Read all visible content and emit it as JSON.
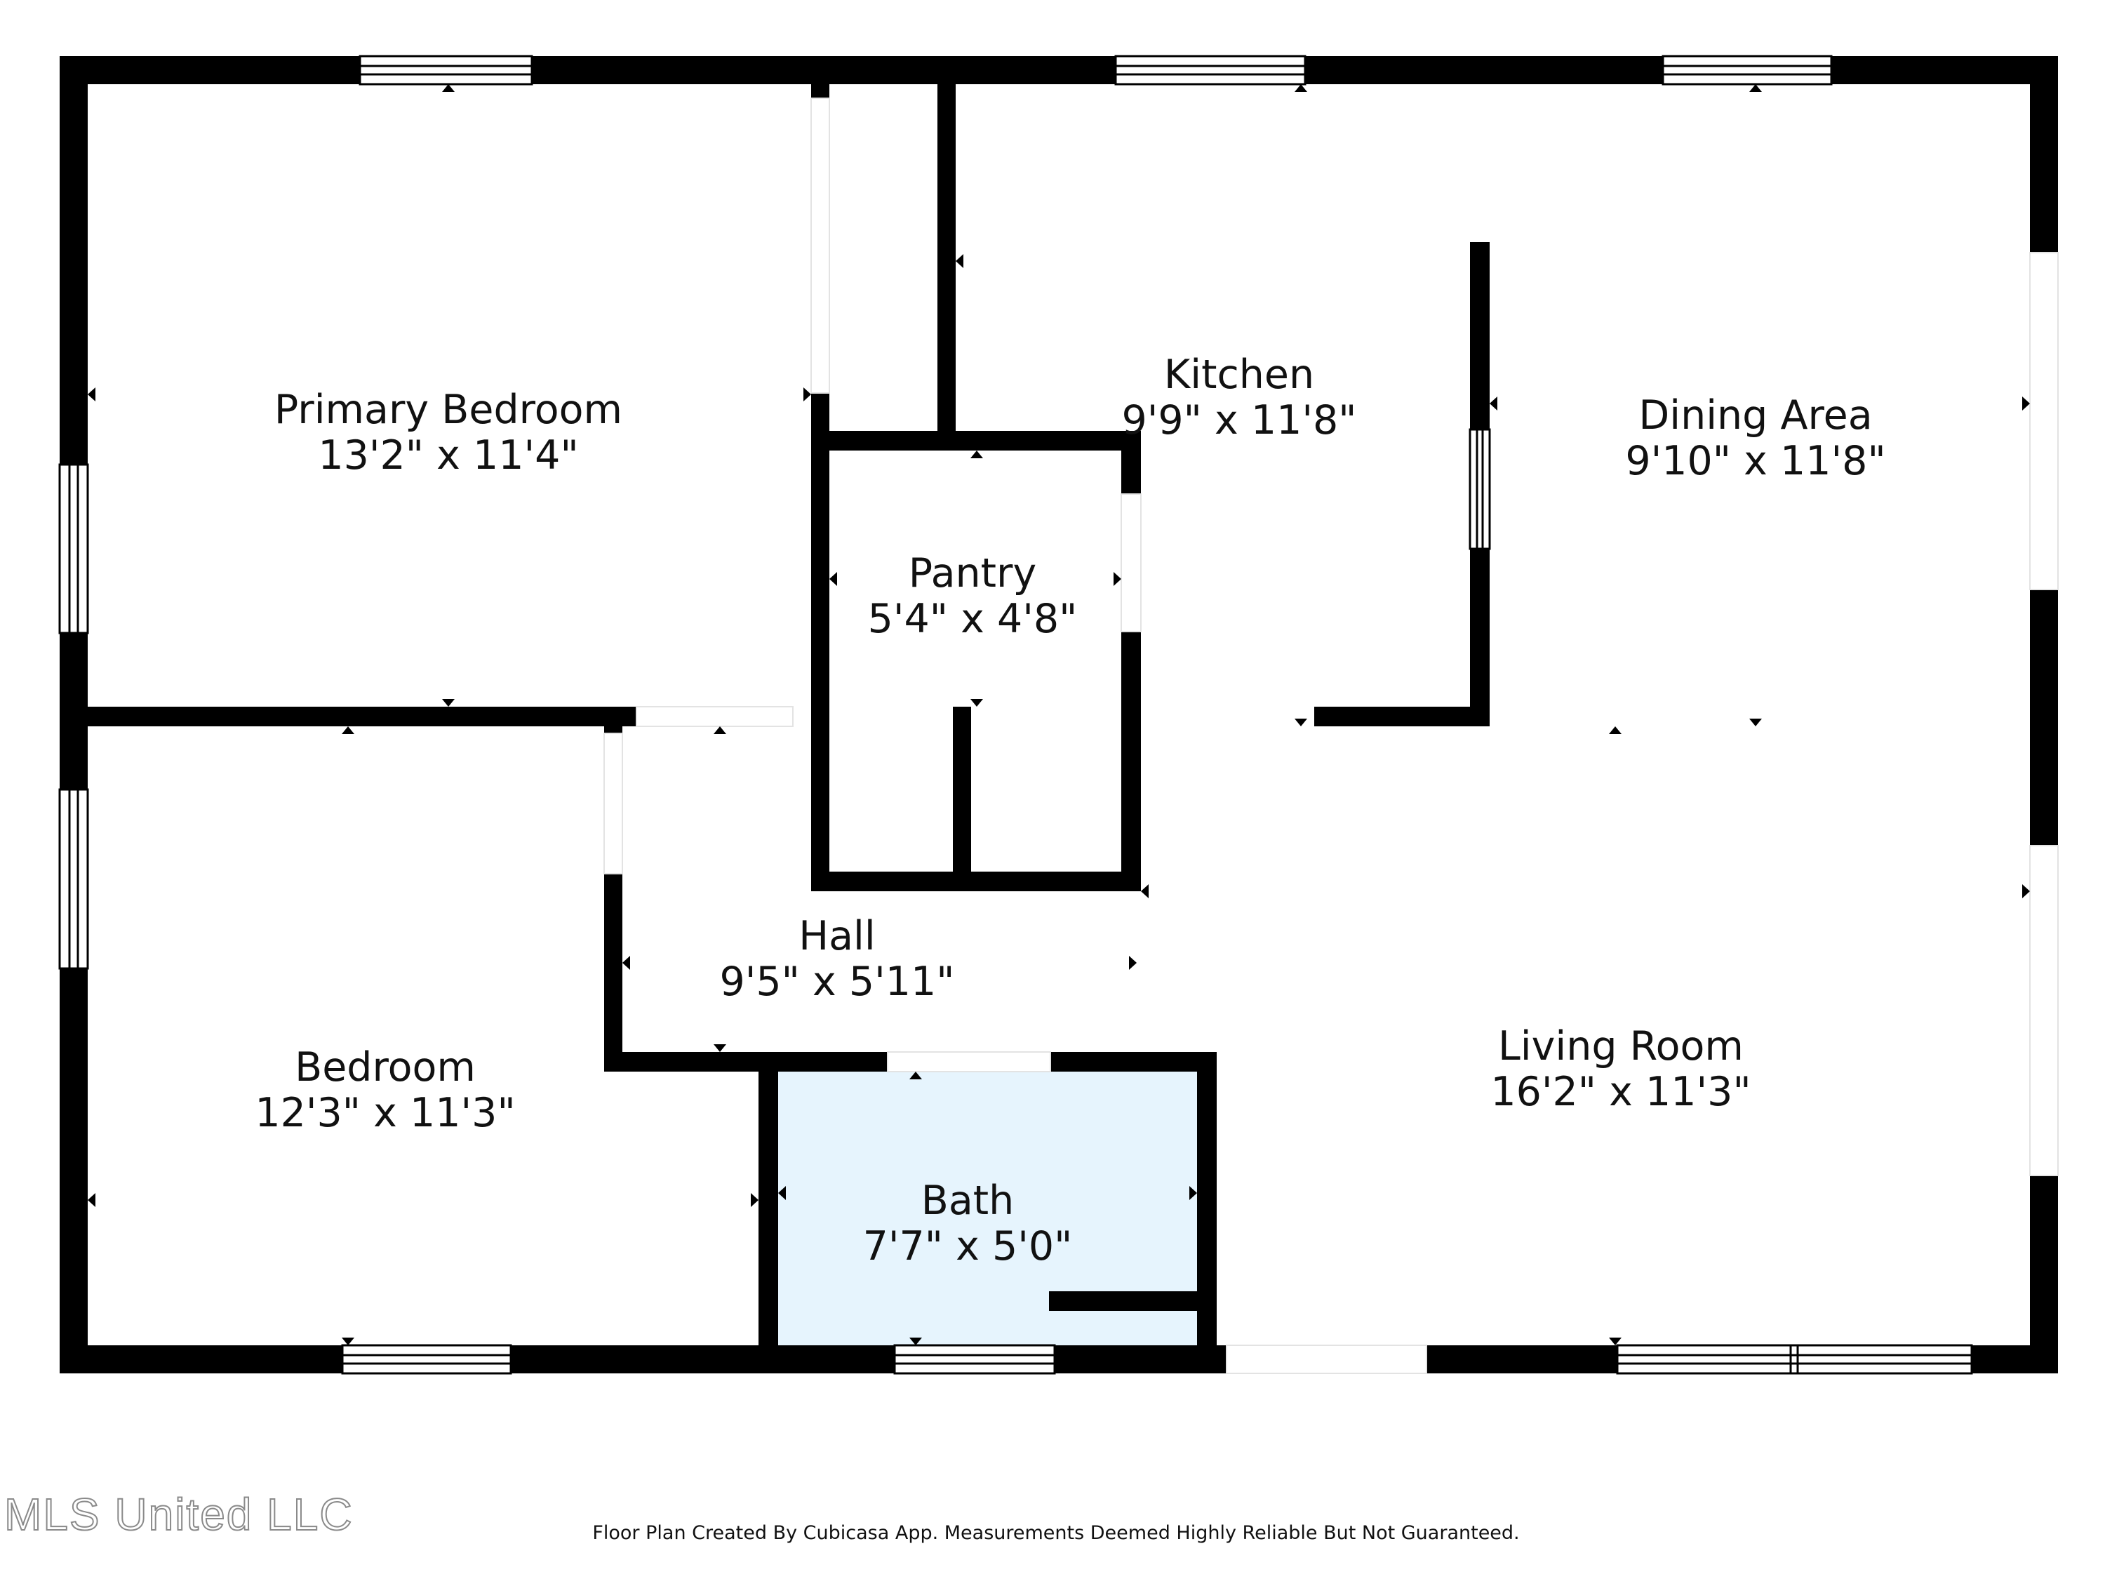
{
  "rooms": [
    {
      "id": "primary-bedroom",
      "name": "Primary Bedroom",
      "dims": "13'2\" x 11'4\""
    },
    {
      "id": "kitchen",
      "name": "Kitchen",
      "dims": "9'9\" x 11'8\""
    },
    {
      "id": "dining-area",
      "name": "Dining Area",
      "dims": "9'10\" x 11'8\""
    },
    {
      "id": "pantry",
      "name": "Pantry",
      "dims": "5'4\" x 4'8\""
    },
    {
      "id": "hall",
      "name": "Hall",
      "dims": "9'5\" x 5'11\""
    },
    {
      "id": "bedroom",
      "name": "Bedroom",
      "dims": "12'3\" x 11'3\""
    },
    {
      "id": "living-room",
      "name": "Living Room",
      "dims": "16'2\" x 11'3\""
    },
    {
      "id": "bath",
      "name": "Bath",
      "dims": "7'7\" x 5'0\""
    }
  ],
  "watermark": "MLS United LLC",
  "disclaimer": "Floor Plan Created By Cubicasa App. Measurements Deemed Highly Reliable But Not Guaranteed.",
  "colors": {
    "wall": "#000000",
    "bath_fill": "#e6f4fd",
    "background": "#ffffff"
  }
}
